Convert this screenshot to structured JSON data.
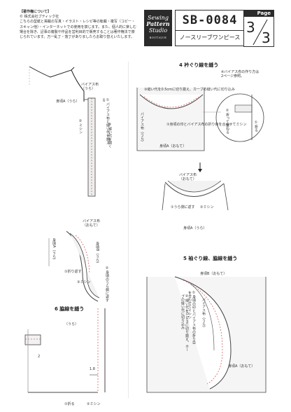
{
  "header": {
    "copyright_heading": "【著作権について】",
    "copyright_owner": "© 株式会社ブティック社",
    "copyright_text": "こちらの型紙と掲載の写真・イラスト・レシピ等の転載・複写（コピー・スキャン他）・インターネットでの使用を禁じます。また、個人的に楽しむ場合を除き、記事の複製や作品を営利目的で販売することは著作権法で禁じられています。万一乱丁・落丁がありましたらお取り替えいたします。",
    "logo_line1": "Sewing",
    "logo_line2": "Pattern",
    "logo_line3": "Studio",
    "logo_sub": "BOUTIQUE",
    "code": "SB-0084",
    "title": "ノースリーブワンピース",
    "page_label": "Page",
    "page_current": "3",
    "page_total": "3"
  },
  "left": {
    "bias_label": "バイアス布\n（うら）",
    "body_a_back_label": "身頃A（うら）",
    "step1_label": "①バイアス布と縫い代を揃える",
    "step2_label": "②ミシン",
    "step3_label": "③縫い代を開く",
    "bias_front_label": "バイアス布\n（おもて）",
    "body_a_back2_label": "身頃A（うら）",
    "body_b_label": "身頃B（うら）",
    "fold_label": "①折り返す",
    "inner_label": "②身頃のうら側に返す",
    "stitch_label": "③ミシン",
    "section6_title": "6 脇線を縫う",
    "back_label": "（うら）",
    "dim_2": "2",
    "dim_18": "1.8",
    "fold2_label": "①折る",
    "stitch2_label": "②ミシン"
  },
  "right": {
    "section4_title": "4 衿ぐり線を縫う",
    "note_ref": "※バイアス布の作り方は\n2ページ参照。",
    "cut_label": "③縫い代を0.5cmに切り揃え、カーブの縫い代に切り込み",
    "step_match": "①身頃の印とバイアス布の折り目を合わせてミシン",
    "body_a_front": "身頃A（おもて）",
    "bias_back": "バイアス布（うら）",
    "overlap": "②折って重ねる",
    "overlap_label": "①折る",
    "bias_front2": "バイアス布\n（おもて）",
    "fold_inner": "①うら側に返す",
    "stitch3": "②ミシン",
    "body_a_back3": "身頃A（うら）",
    "section5_title": "5 袖ぐり線、脇線を縫う",
    "body_b_front": "身頃B（おもて）",
    "arm_step1": "①身頃の印とバイアス布の折り目を合わせてミシン",
    "arm_step2": "②縫い代を0.5cmに切り揃え、カーブの縫い代に切り込み",
    "bias_back2": "バイアス布（うら）",
    "body_a_front2": "身頃A（おもて）"
  }
}
